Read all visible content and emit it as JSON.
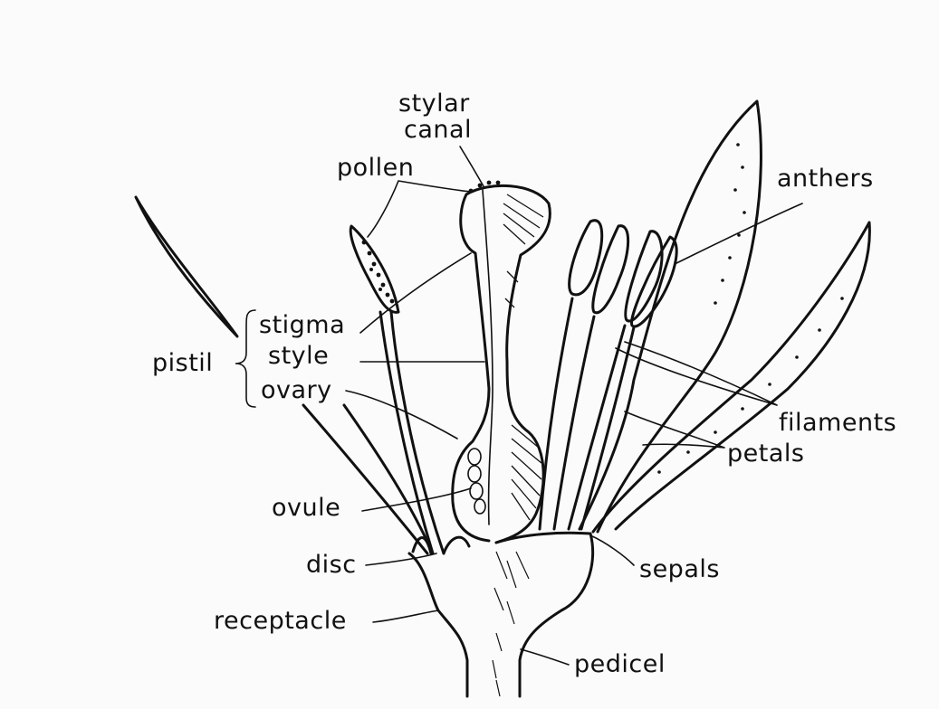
{
  "labels": {
    "stylar_canal_line1": "stylar",
    "stylar_canal_line2": "canal",
    "pollen": "pollen",
    "anthers": "anthers",
    "stigma": "stigma",
    "style": "style",
    "ovary": "ovary",
    "pistil": "pistil",
    "filaments": "filaments",
    "petals": "petals",
    "ovule": "ovule",
    "disc": "disc",
    "sepals": "sepals",
    "receptacle": "receptacle",
    "pedicel": "pedicel"
  },
  "colors": {
    "ink": "#111111",
    "paper": "#fbfbfb"
  }
}
